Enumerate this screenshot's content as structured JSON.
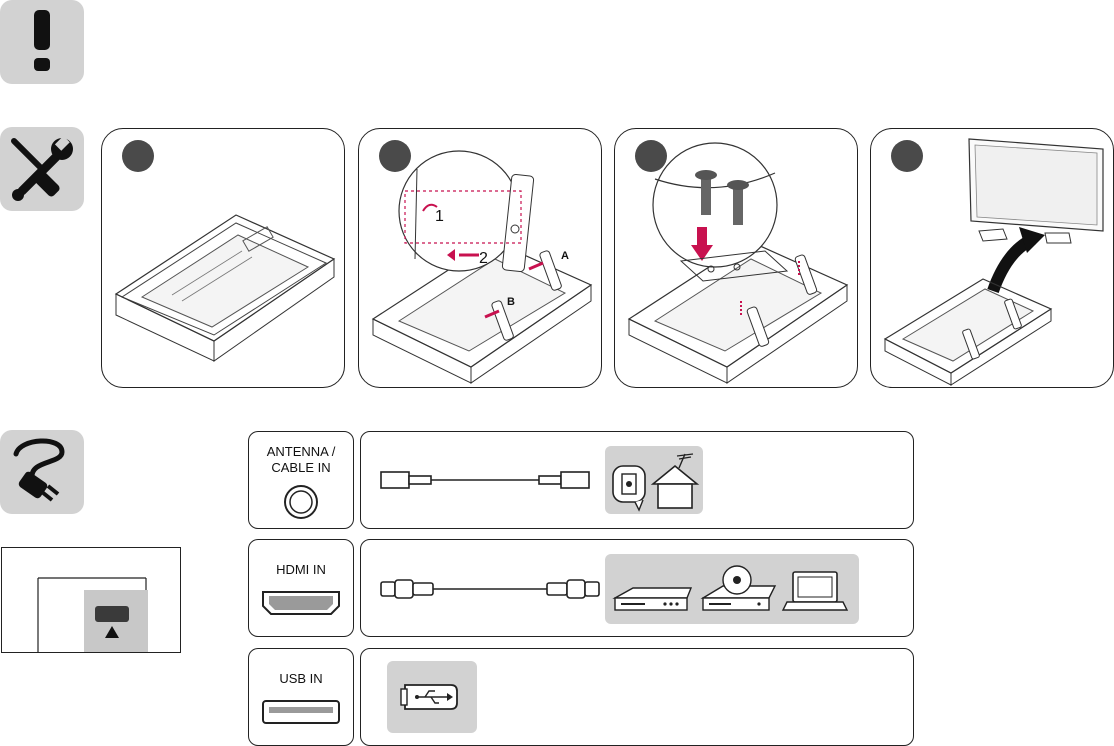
{
  "icons": {
    "warning": "exclamation-icon",
    "tools": "tools-icon",
    "cable": "cable-plug-icon"
  },
  "install_steps": {
    "step2": {
      "tag_a": "A",
      "tag_b": "B",
      "arrow_1": "1",
      "arrow_2": "2"
    }
  },
  "ports": [
    {
      "label": "ANTENNA /\nCABLE IN",
      "connector": "coax"
    },
    {
      "label": "HDMI IN",
      "connector": "hdmi"
    },
    {
      "label": "USB IN",
      "connector": "usb"
    }
  ],
  "devices": {
    "antenna": [
      "wall-outlet-icon",
      "house-antenna-icon"
    ],
    "hdmi": [
      "set-top-box-icon",
      "dvd-player-icon",
      "laptop-icon"
    ],
    "usb": [
      "usb-drive-icon"
    ]
  },
  "colors": {
    "accent": "#c8114f",
    "tile": "#d2d2d2",
    "dot": "#4a4a4a"
  }
}
